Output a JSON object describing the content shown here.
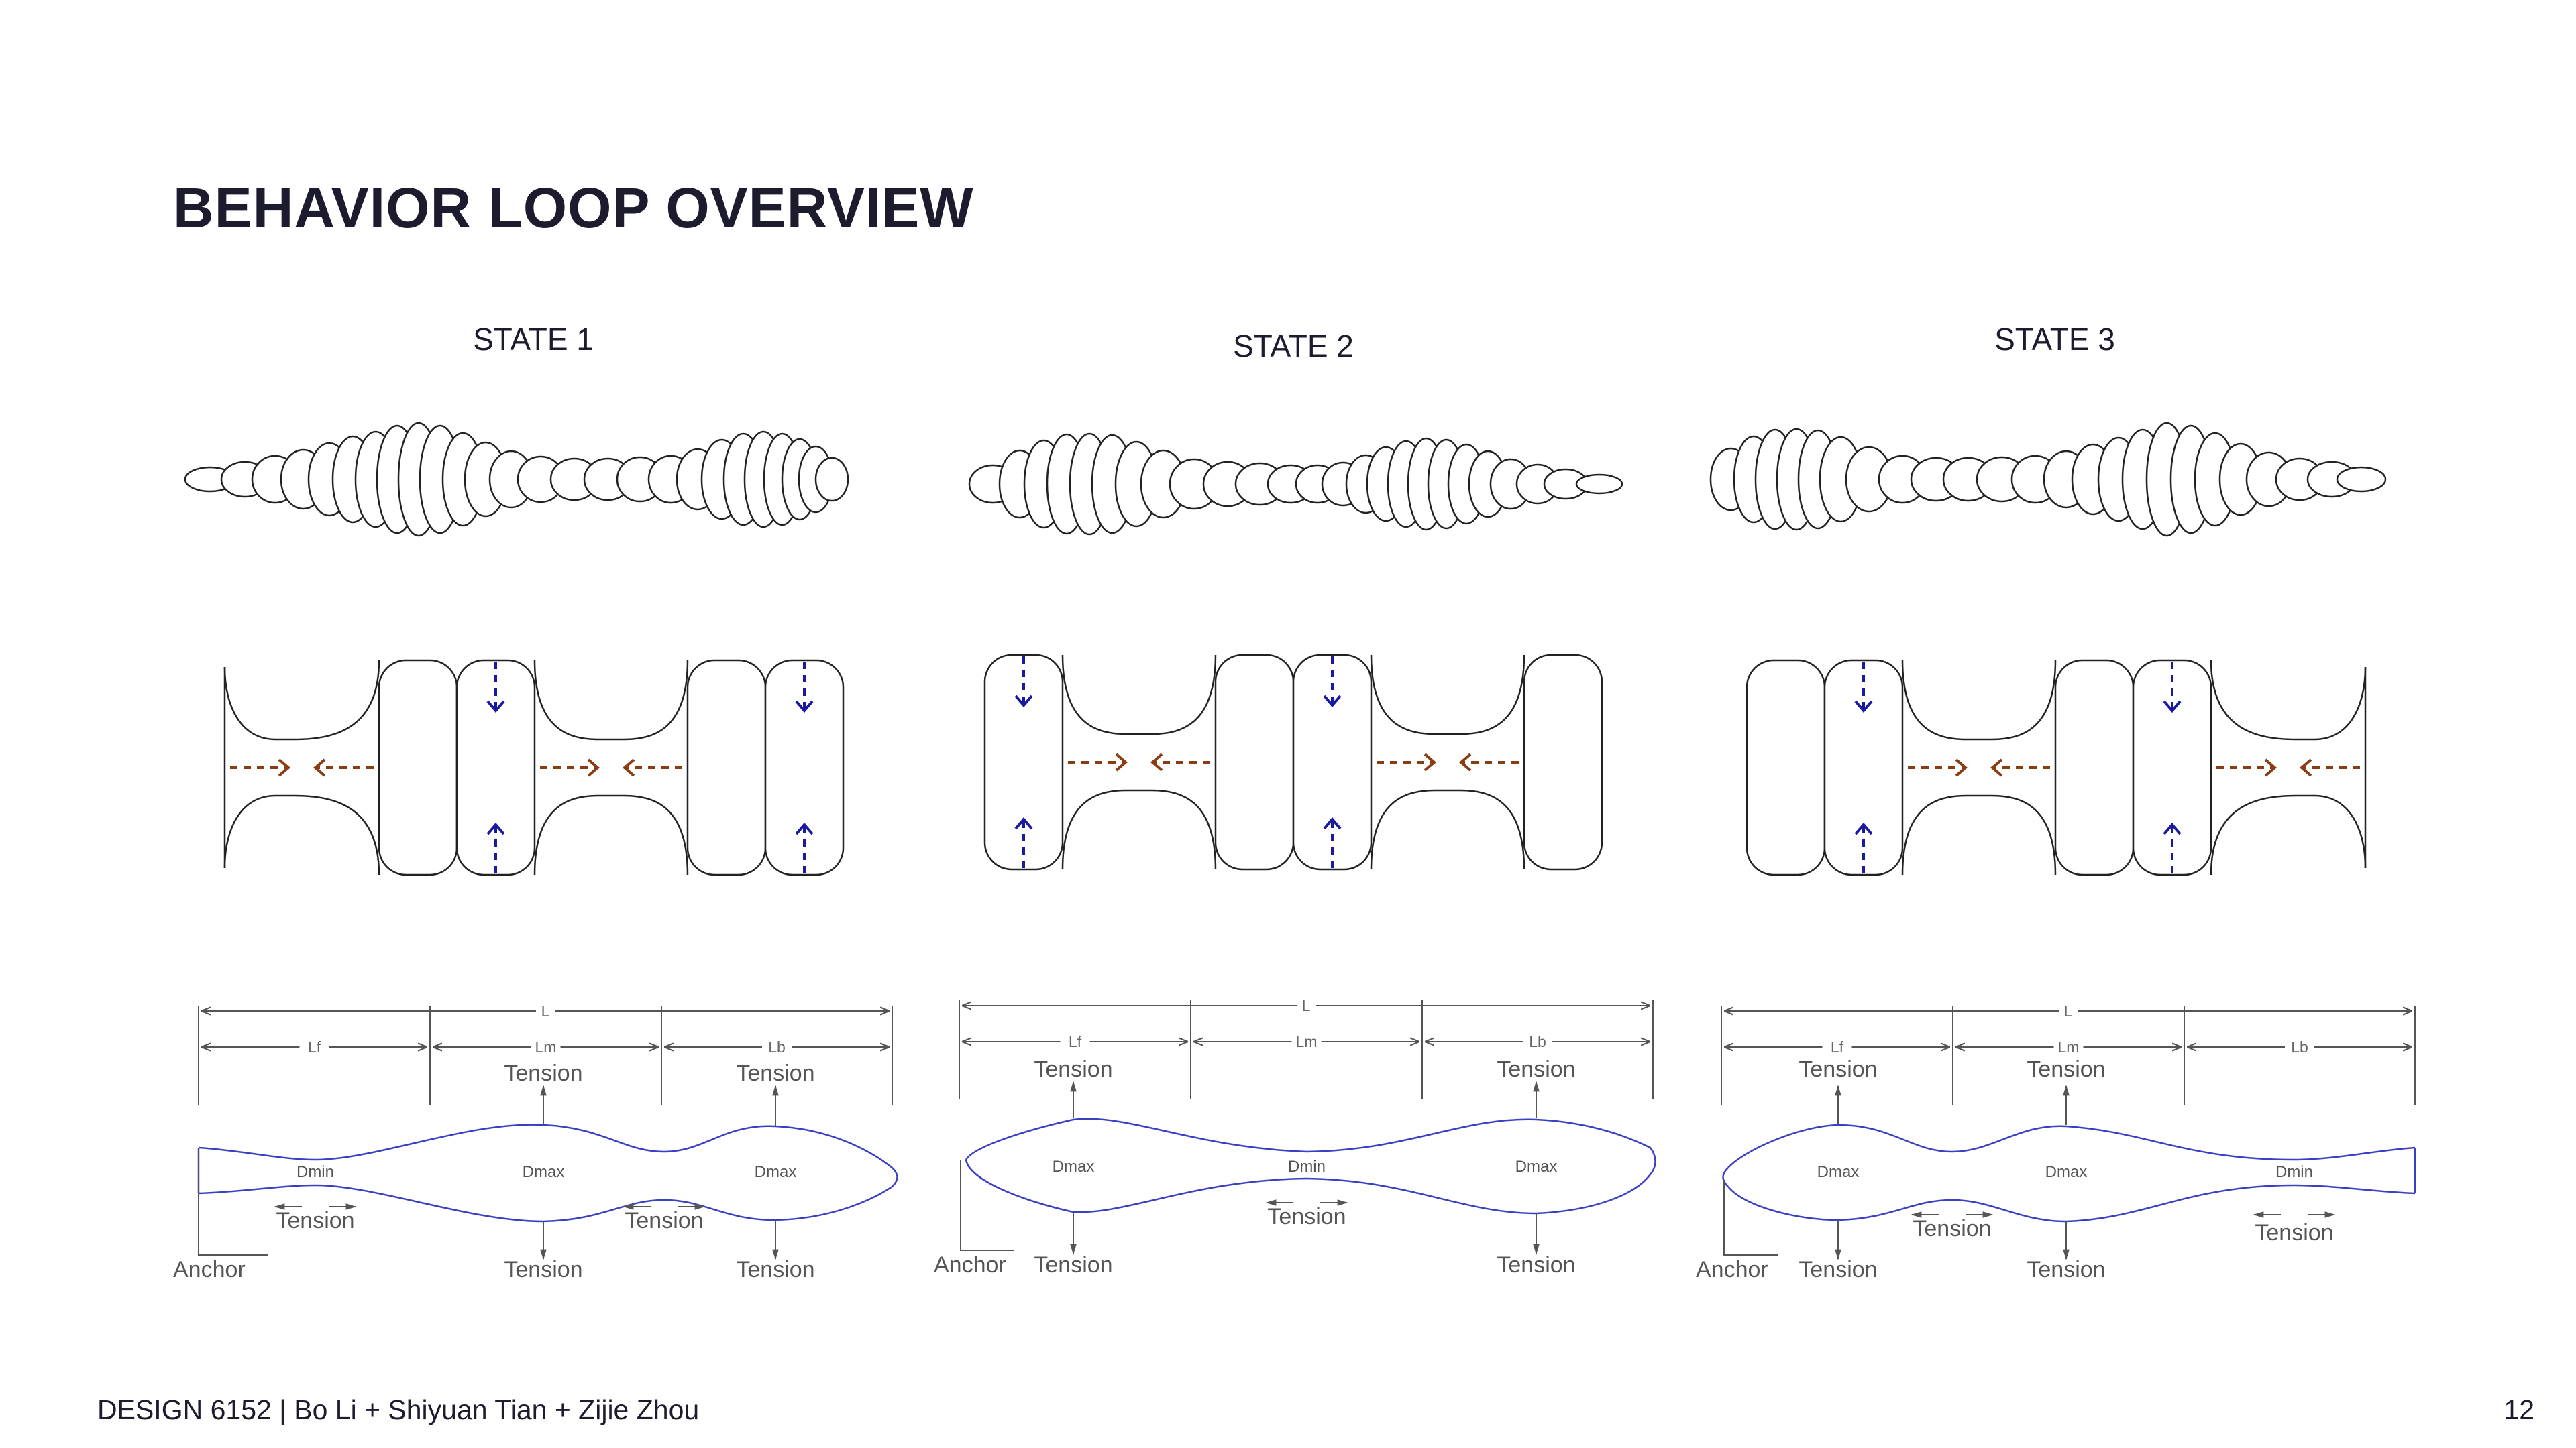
{
  "title": "BEHAVIOR LOOP OVERVIEW",
  "footer": "DESIGN 6152 | Bo Li + Shiyuan Tian + Zijie Zhou",
  "page_number": "12",
  "colors": {
    "text": "#1d1c2e",
    "outline": "#222222",
    "contraction_arrow": "#1a1aa0",
    "extension_arrow": "#8a3d12",
    "profile_line": "#3b3fc4",
    "dimension_line": "#555555"
  },
  "states": [
    {
      "label": "STATE 1",
      "dims": {
        "total": "L",
        "front": "Lf",
        "middle": "Lm",
        "back": "Lb"
      },
      "markers": [
        "Dmin",
        "Dmax",
        "Dmax"
      ],
      "tension": "Tension",
      "anchor": "Anchor"
    },
    {
      "label": "STATE 2",
      "dims": {
        "total": "L",
        "front": "Lf",
        "middle": "Lm",
        "back": "Lb"
      },
      "markers": [
        "Dmax",
        "Dmin",
        "Dmax"
      ],
      "tension": "Tension",
      "anchor": "Anchor"
    },
    {
      "label": "STATE 3",
      "dims": {
        "total": "L",
        "front": "Lf",
        "middle": "Lm",
        "back": "Lb"
      },
      "markers": [
        "Dmax",
        "Dmax",
        "Dmin"
      ],
      "tension": "Tension",
      "anchor": "Anchor"
    }
  ]
}
